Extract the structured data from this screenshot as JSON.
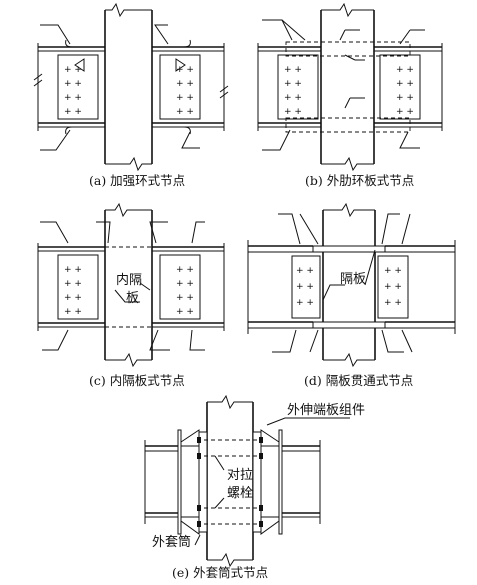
{
  "captions": {
    "a": "(a) 加强环式节点",
    "b": "(b) 外肋环板式节点",
    "c": "(c) 内隔板式节点",
    "d": "(d) 隔板贯通式节点",
    "e": "(e) 外套筒式节点"
  },
  "labels": {
    "c_diaphragm_line1": "内隔",
    "c_diaphragm_line2": "板",
    "d_diaphragm": "隔板",
    "e_end_plate": "外伸端板组件",
    "e_bolt_line1": "对拉",
    "e_bolt_line2": "螺栓",
    "e_sleeve": "外套筒"
  }
}
